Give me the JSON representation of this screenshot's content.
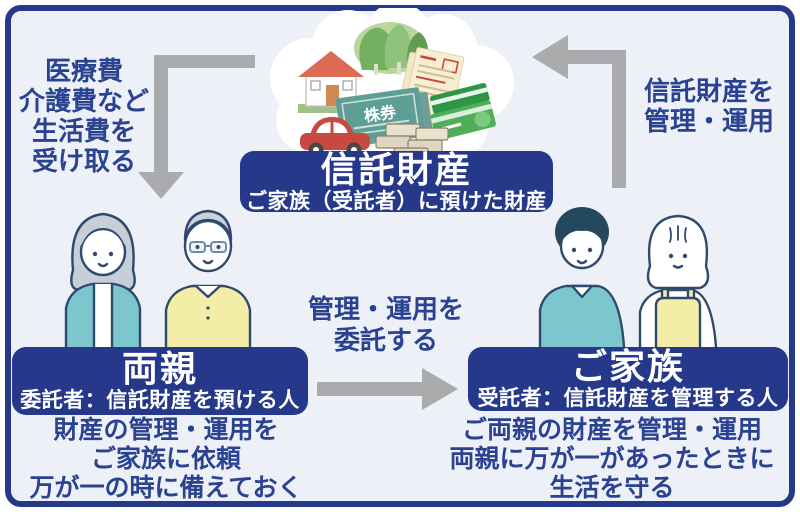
{
  "colors": {
    "primary_navy": "#26388a",
    "text_navy": "#2a4291",
    "panel_background": "#edf1f7",
    "arrow_gray": "#a9abad",
    "teal_clothing": "#7cc6cd",
    "yellow_clothing": "#f3eda8"
  },
  "notes": {
    "receive": {
      "lines": [
        "医療費",
        "介護費など",
        "生活費を",
        "受け取る"
      ]
    },
    "manage_assets": {
      "lines": [
        "信託財産を",
        "管理・運用"
      ]
    },
    "entrust": {
      "lines": [
        "管理・運用を",
        "委託する"
      ]
    }
  },
  "trust_assets": {
    "title": "信託財産",
    "subtitle": "ご家族（受託者）に預けた財産",
    "stock_certificate_label": "株券",
    "asset_icons": [
      "house",
      "trees",
      "stock-certificate",
      "insurance-documents",
      "bank-cards",
      "car",
      "cash-stacks"
    ]
  },
  "parents": {
    "title": "両親",
    "subtitle": "委託者：信託財産を預ける人",
    "description_lines": [
      "財産の管理・運用を",
      "ご家族に依頼",
      "万が一の時に備えておく"
    ]
  },
  "family": {
    "title": "ご家族",
    "subtitle": "受託者：信託財産を管理する人",
    "description_lines": [
      "ご両親の財産を管理・運用",
      "両親に万が一があったときに",
      "生活を守る"
    ]
  },
  "flow_arrows": [
    {
      "name": "receive-arrow",
      "direction": "down"
    },
    {
      "name": "manage-arrow",
      "direction": "left-up"
    },
    {
      "name": "entrust-arrow",
      "direction": "right"
    }
  ]
}
